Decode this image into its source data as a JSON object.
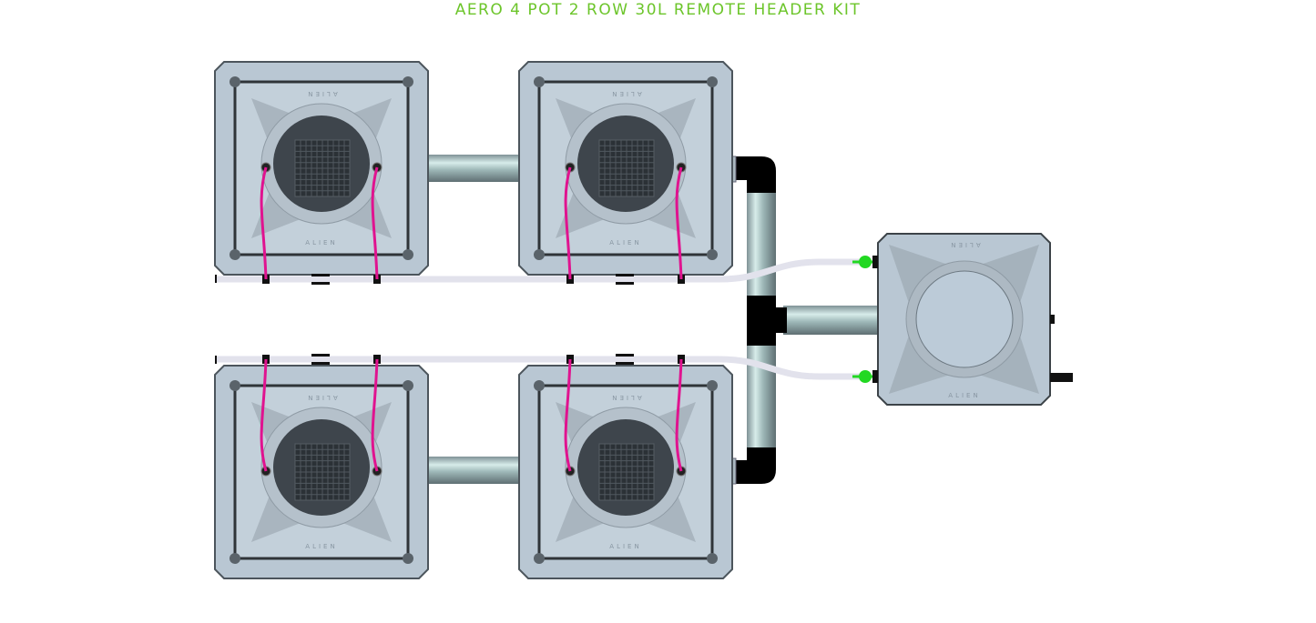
{
  "title": "AERO 4 POT 2 ROW 30L REMOTE HEADER KIT",
  "pot_logo": "ALIEN",
  "tank_logo": "ALIEN",
  "components": {
    "pots": 4,
    "rows": 2,
    "reservoir": "30L remote"
  },
  "colors": {
    "title": "#6cc52a",
    "pot_body": "#b9c7d3",
    "pot_lid": "#3e454c",
    "drip_line": "#e0138f",
    "feed_tube": "#e2e2ec",
    "valve": "#22d822",
    "fitting": "#000000"
  }
}
